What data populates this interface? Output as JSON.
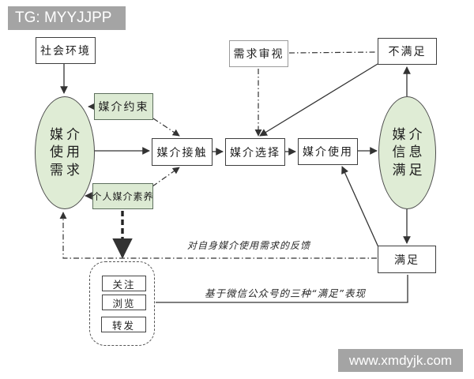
{
  "watermarks": {
    "top": "TG: MYYJJPP",
    "bottom": "www.xmdyjk.com"
  },
  "colors": {
    "node_green_fill": "#dfecd5",
    "box_green_fill": "#dcead3",
    "line_color": "#333333",
    "watermark_bg": "#a4a4a4"
  },
  "nodes": {
    "social_env": "社会环境",
    "media_use_needs": {
      "lines": [
        "媒介",
        "使用",
        "需求"
      ]
    },
    "media_constraint": "媒介约束",
    "personal_media_literacy": "个人媒介素养",
    "media_contact": "媒介接触",
    "media_selection": "媒介选择",
    "media_use": "媒介使用",
    "need_review": "需求审视",
    "not_satisfied": "不满足",
    "media_info_satisfaction": {
      "lines": [
        "媒介",
        "信息",
        "满足"
      ]
    },
    "satisfied": "满足",
    "behaviors": {
      "follow": "关注",
      "browse": "浏览",
      "forward": "转发"
    }
  },
  "labels": {
    "feedback": "对自身媒介使用需求的反馈",
    "basis": "基于微信公众号的三种“满足”表现"
  }
}
